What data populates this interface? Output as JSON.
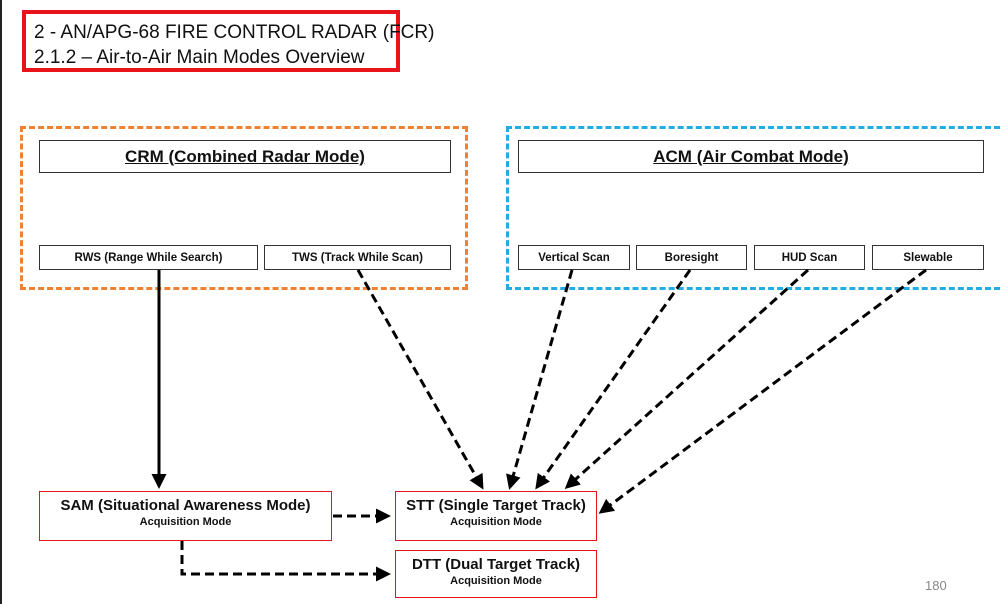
{
  "title": {
    "line1": "2 - AN/APG-68 FIRE CONTROL RADAR (FCR)",
    "line2": "2.1.2 – Air-to-Air Main Modes Overview"
  },
  "crm": {
    "header": "CRM (Combined Radar Mode)",
    "modes": [
      "RWS (Range While Search)",
      "TWS (Track While Scan)"
    ],
    "border_color": "#ef8232"
  },
  "acm": {
    "header": "ACM (Air Combat Mode)",
    "modes": [
      "Vertical Scan",
      "Boresight",
      "HUD Scan",
      "Slewable"
    ],
    "border_color": "#22ace3"
  },
  "targets": {
    "sam": {
      "title": "SAM (Situational Awareness Mode)",
      "sub": "Acquisition Mode"
    },
    "stt": {
      "title": "STT (Single Target Track)",
      "sub": "Acquisition Mode"
    },
    "dtt": {
      "title": "DTT (Dual Target Track)",
      "sub": "Acquisition Mode"
    }
  },
  "page_number": "180",
  "colors": {
    "title_border": "#e8141c",
    "mode_border": "#e8141c"
  }
}
